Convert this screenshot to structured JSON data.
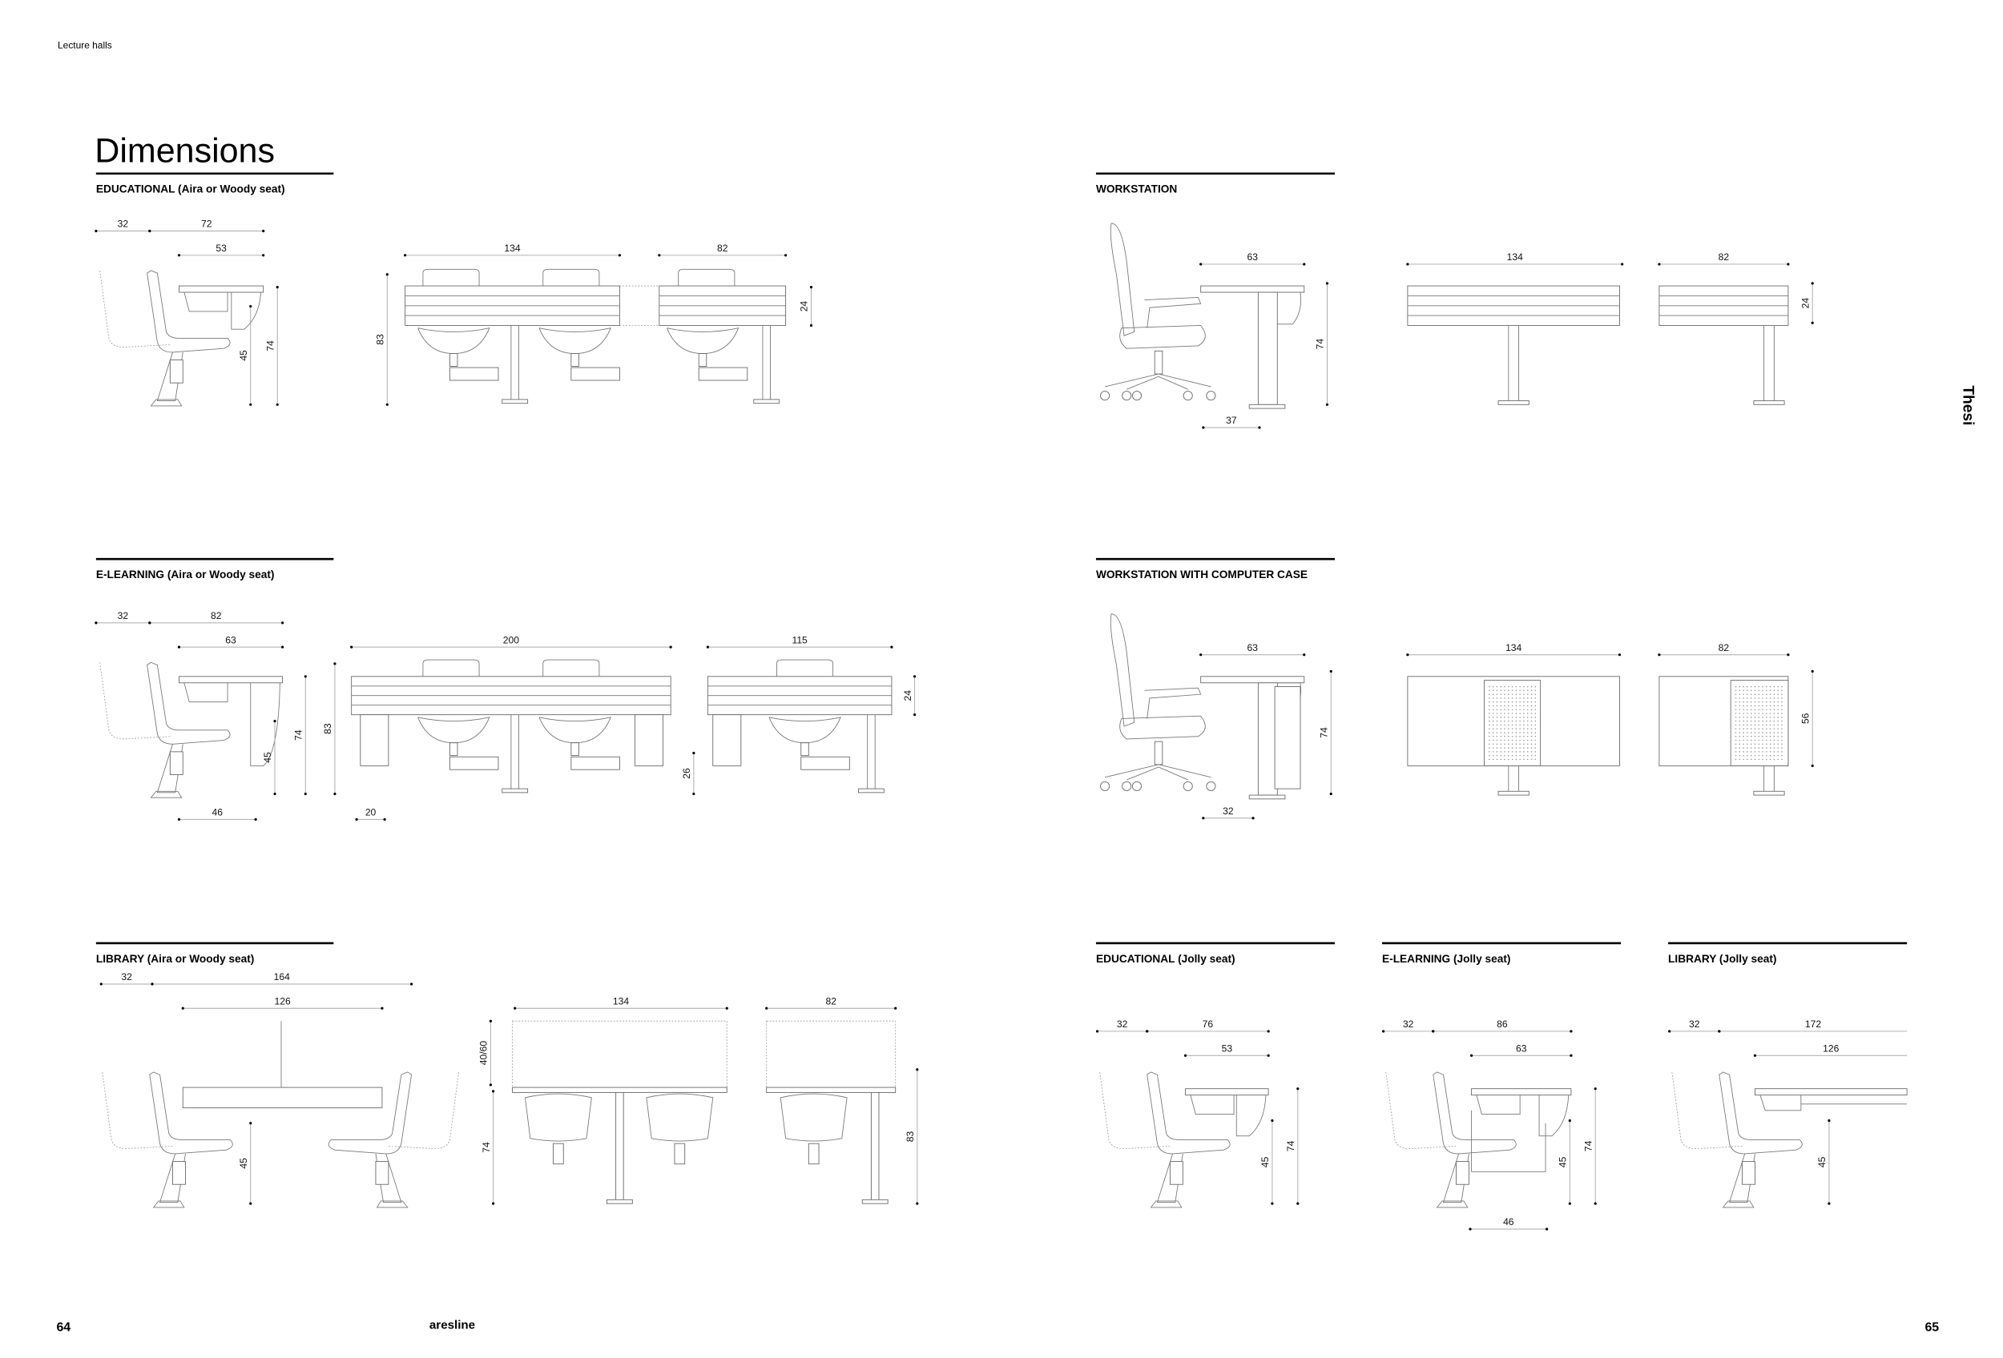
{
  "header": {
    "section": "Lecture halls",
    "title": "Dimensions"
  },
  "side_label": "Thesi",
  "footer": {
    "page_left": "64",
    "brand": "aresline",
    "page_right": "65"
  },
  "sections": {
    "edu_aira": {
      "title": "EDUCATIONAL (Aira or Woody seat)",
      "dims": [
        "32",
        "72",
        "53",
        "134",
        "82",
        "83",
        "74",
        "45",
        "24"
      ]
    },
    "workstation": {
      "title": "WORKSTATION",
      "dims": [
        "63",
        "134",
        "82",
        "74",
        "24",
        "37"
      ]
    },
    "elearn_aira": {
      "title": "E-LEARNING (Aira or Woody seat)",
      "dims": [
        "32",
        "82",
        "63",
        "200",
        "115",
        "74",
        "83",
        "45",
        "24",
        "26",
        "46",
        "20"
      ]
    },
    "ws_case": {
      "title": "WORKSTATION WITH COMPUTER CASE",
      "dims": [
        "63",
        "134",
        "82",
        "74",
        "56",
        "32"
      ]
    },
    "library_aira": {
      "title": "LIBRARY (Aira or Woody seat)",
      "dims": [
        "32",
        "164",
        "126",
        "134",
        "82",
        "40/60",
        "74",
        "45",
        "83"
      ]
    },
    "edu_jolly": {
      "title": "EDUCATIONAL (Jolly seat)",
      "dims": [
        "32",
        "76",
        "53",
        "74",
        "45"
      ]
    },
    "elearn_jolly": {
      "title": "E-LEARNING (Jolly seat)",
      "dims": [
        "32",
        "86",
        "63",
        "74",
        "45",
        "46"
      ]
    },
    "library_jolly": {
      "title": "LIBRARY (Jolly seat)",
      "dims": [
        "32",
        "172",
        "126",
        "45"
      ]
    }
  }
}
